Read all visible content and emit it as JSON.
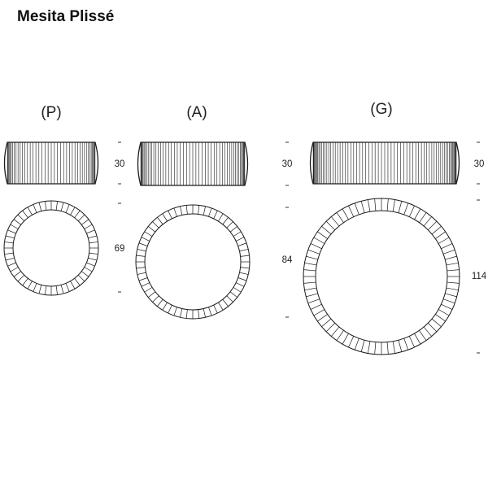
{
  "title": "Mesita Plissé",
  "line_color": "#1a1a1a",
  "variants": [
    {
      "label": "(P)",
      "height": "30",
      "diameter": "69"
    },
    {
      "label": "(A)",
      "height": "30",
      "diameter": "84"
    },
    {
      "label": "(G)",
      "height": "30",
      "diameter": "114"
    }
  ]
}
